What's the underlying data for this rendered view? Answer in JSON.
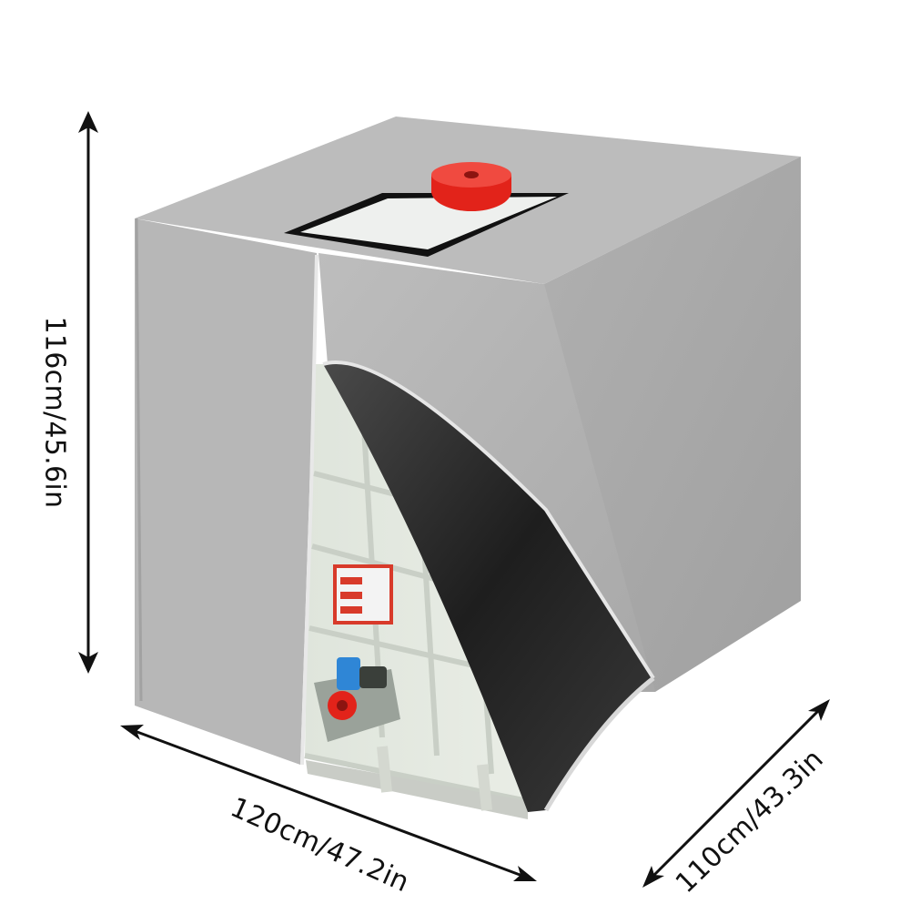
{
  "dimensions": {
    "height": "116cm/45.6in",
    "width": "120cm/47.2in",
    "depth": "110cm/43.3in"
  },
  "colors": {
    "cover": "#b4b4b4",
    "cover_side": "#a9a9a9",
    "cover_top": "#b9b9b9",
    "lining": "#2a2a2a",
    "cap": "#e2231a",
    "valve": "#2f86d6",
    "tank": "#e6ebe4",
    "arrow": "#111111"
  }
}
